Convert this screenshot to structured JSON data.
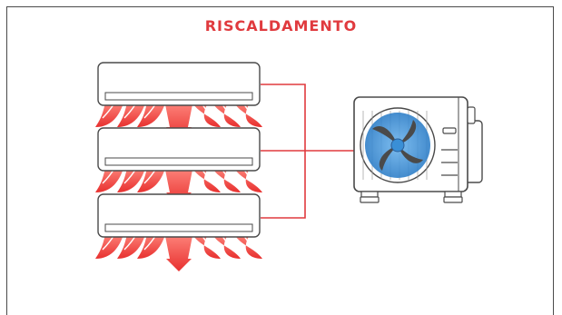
{
  "diagram": {
    "title": "RISCALDAMENTO",
    "mode": "heating",
    "indoor_units": [
      {
        "id": "indoor-unit-1"
      },
      {
        "id": "indoor-unit-2"
      },
      {
        "id": "indoor-unit-3"
      }
    ],
    "outdoor_unit": {
      "id": "outdoor-unit",
      "fan": "fan-icon"
    },
    "colors": {
      "accent": "#e03a3e",
      "pipe": "#e03a3e",
      "airflow": "#ef4a4a",
      "unit_stroke": "#4a4a4a",
      "fan_blue": "#3a8fd6",
      "frame": "#4a4a4a"
    }
  }
}
